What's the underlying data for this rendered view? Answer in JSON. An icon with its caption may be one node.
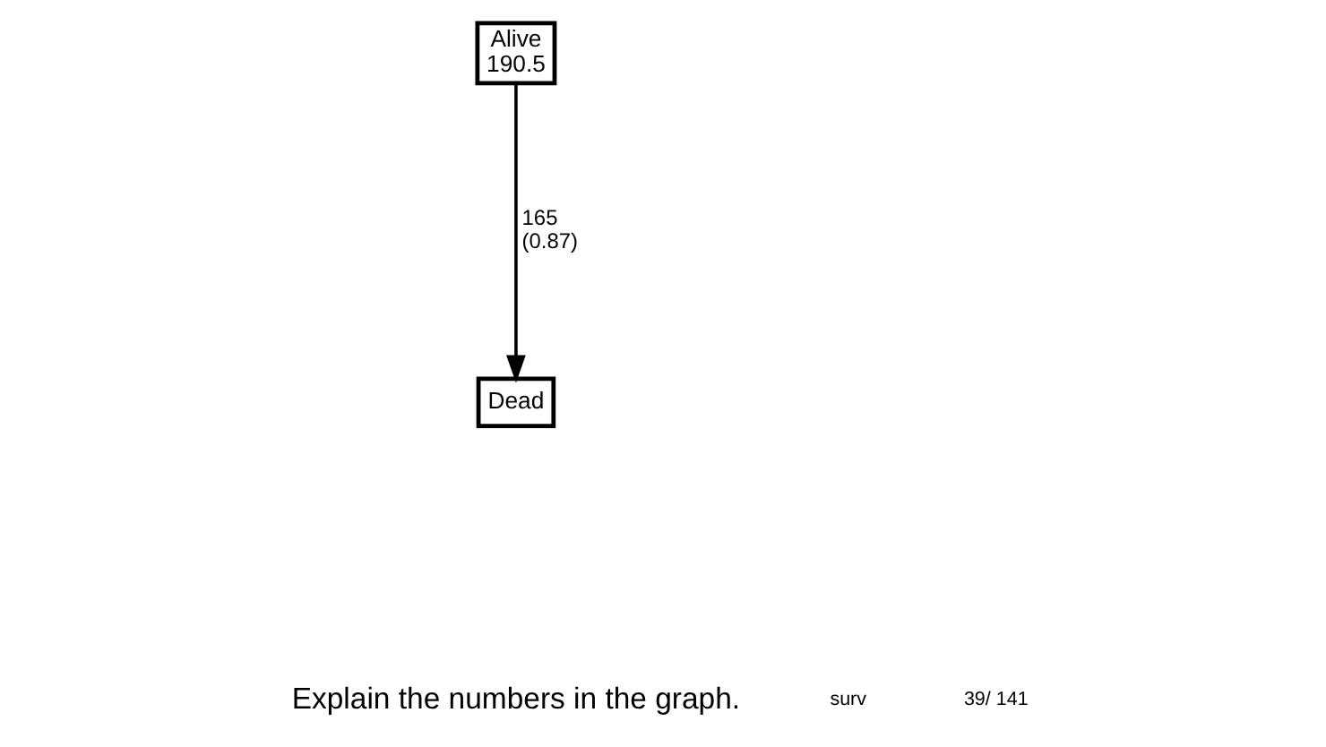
{
  "diagram": {
    "nodes": [
      {
        "text": [
          "Alive 190.5"
        ]
      },
      {
        "text": [
          "Dead"
        ]
      }
    ],
    "edges": [
      {
        "from": 0,
        "to": 1,
        "arrow": "to",
        "label": "165 (0.87)"
      }
    ],
    "labels": [
      "Explain the numbers in the graph.",
      "surv",
      "39/ 141"
    ]
  }
}
